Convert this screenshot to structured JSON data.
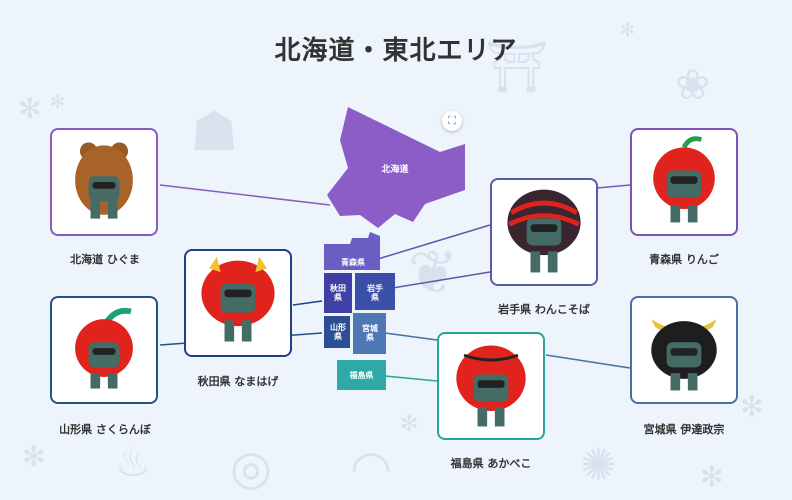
{
  "page": {
    "title": "北海道・東北エリア"
  },
  "map": {
    "hokkaido": "北海道",
    "aomori": "青森県",
    "akita": "秋田\n県",
    "iwate": "岩手\n県",
    "yamagata": "山形\n県",
    "miyagi": "宮城\n県",
    "fukushima": "福島県"
  },
  "characters": [
    {
      "id": "hokkaido",
      "label": "北海道 ひぐま",
      "border": "#8a5cc0"
    },
    {
      "id": "akita",
      "label": "秋田県 なまはげ",
      "border": "#1f3f8a"
    },
    {
      "id": "yamagata",
      "label": "山形県 さくらんぼ",
      "border": "#24508c"
    },
    {
      "id": "iwate",
      "label": "岩手県 わんこそば",
      "border": "#5a5aa8"
    },
    {
      "id": "fukushima",
      "label": "福島県 あかべこ",
      "border": "#2aa39a"
    },
    {
      "id": "aomori",
      "label": "青森県 りんご",
      "border": "#7a55b5"
    },
    {
      "id": "miyagi",
      "label": "宮城県 伊達政宗",
      "border": "#4670a6"
    }
  ],
  "colors": {
    "hokkaido": "#8c5cc7",
    "aomori": "#6a5ec3",
    "akita": "#3f3fa6",
    "iwate": "#3b4fa8",
    "yamagata": "#2c4f93",
    "miyagi": "#4d78b5",
    "fukushima": "#2fa8a8"
  }
}
